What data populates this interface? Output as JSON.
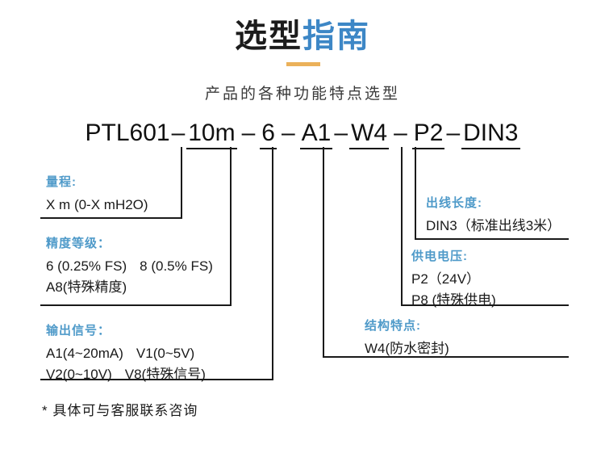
{
  "header": {
    "title_dark": "选型",
    "title_blue": "指南",
    "subtitle": "产品的各种功能特点选型"
  },
  "model_code": {
    "base": "PTL601",
    "dash": "–",
    "segments": [
      {
        "key": "range",
        "value": "10m"
      },
      {
        "key": "accuracy",
        "value": "6"
      },
      {
        "key": "output",
        "value": "A1"
      },
      {
        "key": "structure",
        "value": "W4"
      },
      {
        "key": "supply",
        "value": "P2"
      },
      {
        "key": "cable",
        "value": "DIN3"
      }
    ]
  },
  "blocks": {
    "range": {
      "heading": "量程:",
      "lines": [
        "X  m (0-X mH2O)"
      ]
    },
    "accuracy": {
      "heading": "精度等级：",
      "line1_a": "6 (0.25% FS)",
      "line1_b": "8 (0.5% FS)",
      "line2": "A8(特殊精度)"
    },
    "output": {
      "heading": "输出信号：",
      "line1_a": "A1(4~20mA)",
      "line1_b": "V1(0~5V)",
      "line2_a": "V2(0~10V)",
      "line2_b": "V8(特殊信号)"
    },
    "cable": {
      "heading": "出线长度:",
      "lines": [
        "DIN3（标准出线3米）"
      ]
    },
    "supply": {
      "heading": "供电电压:",
      "line1": "P2（24V）",
      "line2": "P8 (特殊供电)"
    },
    "structure": {
      "heading": "结构特点:",
      "lines": [
        "W4(防水密封)"
      ]
    }
  },
  "footnote": "* 具体可与客服联系咨询",
  "colors": {
    "title_dark": "#1c1c1c",
    "title_blue": "#3d87c6",
    "rule_orange": "#e8a33d",
    "heading_blue": "#4f9ac9",
    "text_black": "#1a1a1a",
    "line_black": "#1a1a1a",
    "background": "#ffffff"
  }
}
